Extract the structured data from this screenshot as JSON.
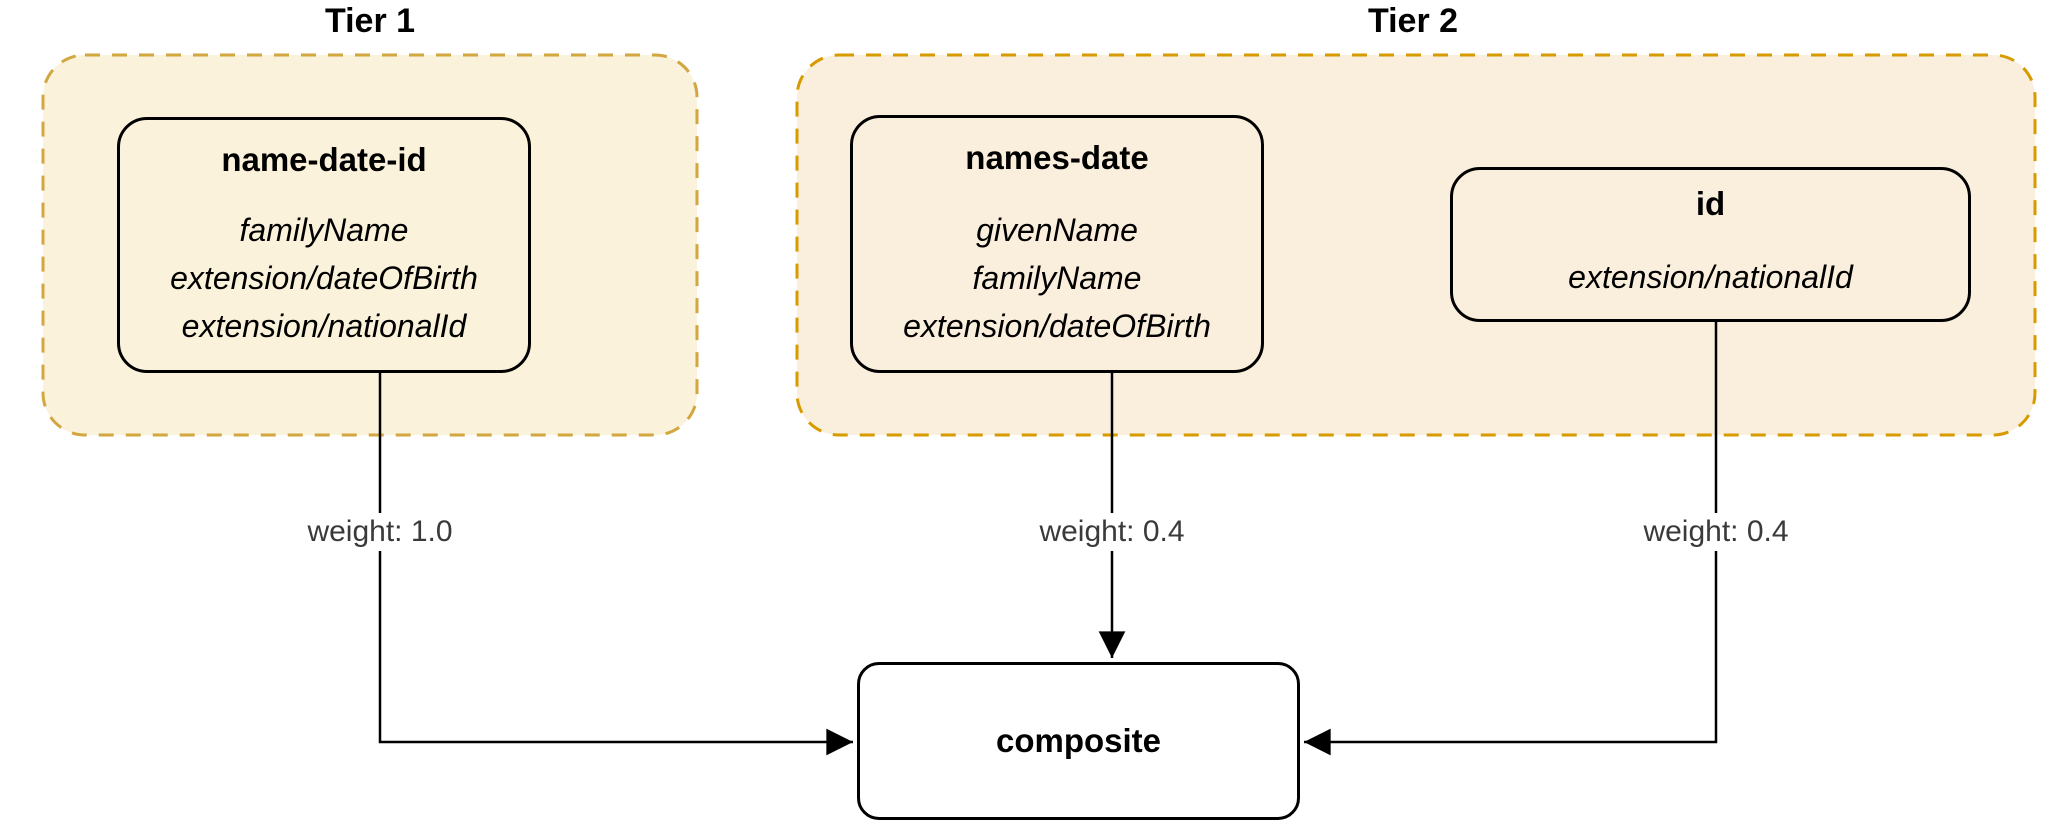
{
  "diagram": {
    "tiers": [
      {
        "label": "Tier 1",
        "nodes": [
          {
            "title": "name-date-id",
            "fields": [
              "familyName",
              "extension/dateOfBirth",
              "extension/nationalId"
            ]
          }
        ]
      },
      {
        "label": "Tier 2",
        "nodes": [
          {
            "title": "names-date",
            "fields": [
              "givenName",
              "familyName",
              "extension/dateOfBirth"
            ]
          },
          {
            "title": "id",
            "fields": [
              "extension/nationalId"
            ]
          }
        ]
      }
    ],
    "composite": {
      "title": "composite"
    },
    "edges": [
      {
        "from": "name-date-id",
        "to": "composite",
        "label": "weight: 1.0"
      },
      {
        "from": "names-date",
        "to": "composite",
        "label": "weight: 0.4"
      },
      {
        "from": "id",
        "to": "composite",
        "label": "weight: 0.4"
      }
    ],
    "colors": {
      "tier1_fill": "#FAF2DA",
      "tier1_stroke": "#D2A73F",
      "tier2_fill": "#FAEEDC",
      "tier2_stroke": "#D79B00",
      "node_stroke": "#000000",
      "composite_fill": "#FFFFFF",
      "edge_label_color": "#3A3A3A"
    }
  }
}
